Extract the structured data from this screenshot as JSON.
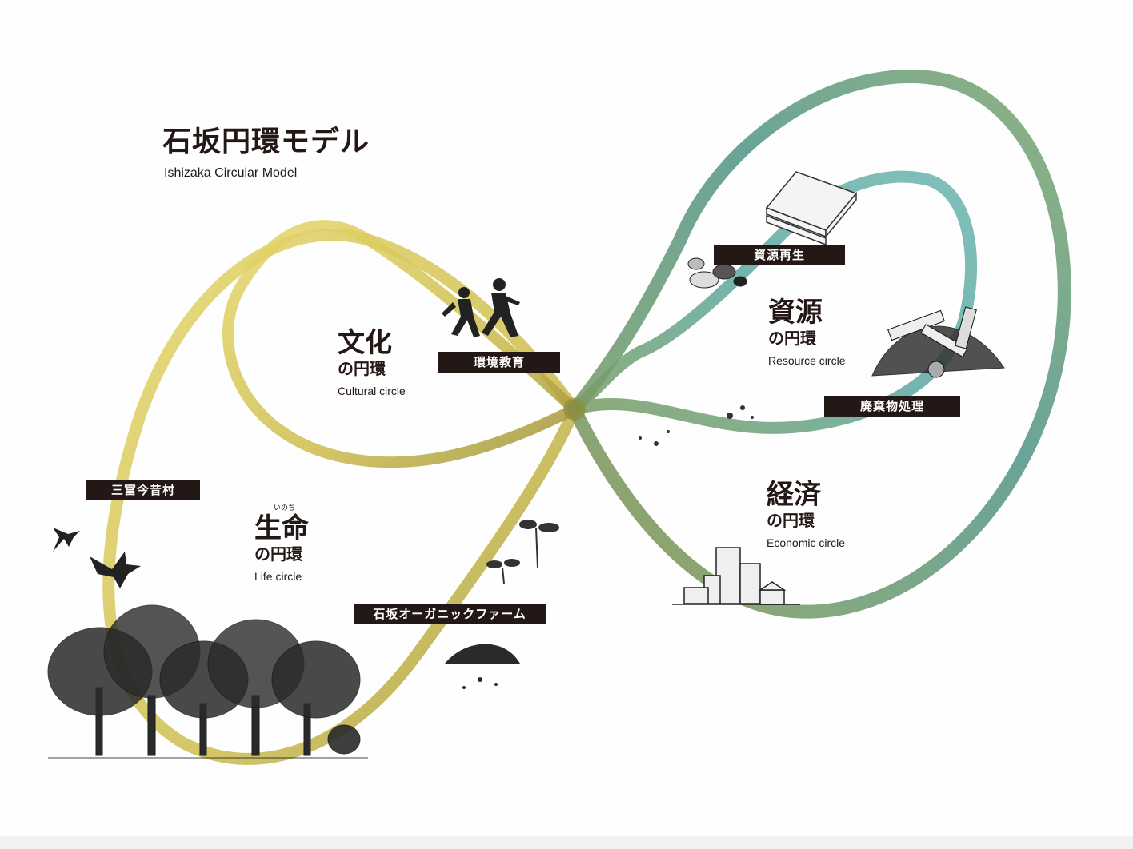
{
  "header": {
    "title": "石坂円環モデル",
    "subtitle": "Ishizaka Circular Model"
  },
  "circles": {
    "culture": {
      "kanji": "文化",
      "no": "の円環",
      "en": "Cultural circle"
    },
    "life": {
      "kanji": "生命",
      "ruby": "いのち",
      "no": "の円環",
      "en": "Life circle"
    },
    "resource": {
      "kanji": "資源",
      "no": "の円環",
      "en": "Resource circle"
    },
    "economy": {
      "kanji": "経済",
      "no": "の円環",
      "en": "Economic circle"
    }
  },
  "tags": {
    "env_education": "環境教育",
    "sanpuku": "三富今昔村",
    "organic_farm": "石坂オーガニックファーム",
    "resource_recycle": "資源再生",
    "waste": "廃棄物処理"
  },
  "colors": {
    "yellow_loop": "#d8c85a",
    "green_loop": "#4f9487",
    "teal_loop": "#5aa8a0",
    "ink": "#231815"
  }
}
